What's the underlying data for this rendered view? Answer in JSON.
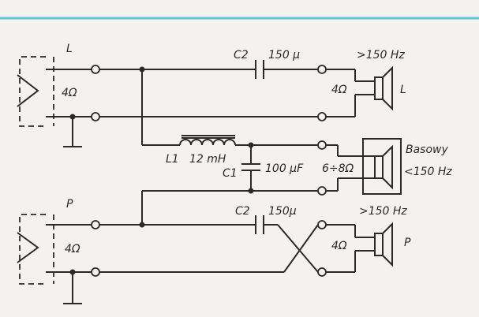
{
  "labels": {
    "ch_left": "L",
    "ch_right": "P",
    "imp_left": "4Ω",
    "imp_right": "4Ω",
    "c2_top": "C2",
    "c2_top_val": "150 μ",
    "c2_bot": "C2",
    "c2_bot_val": "150μ",
    "l1": "L1",
    "l1_val": "12 mH",
    "c1": "C1",
    "c1_val": "100 μF",
    "hf_top": ">150 Hz",
    "hf_bot": ">150 Hz",
    "spk_top_imp": "4Ω",
    "spk_bot_imp": "4Ω",
    "spk_top_name": "L",
    "spk_bot_name": "P",
    "bass_imp": "6÷8Ω",
    "bass_name": "Basowy",
    "bass_freq": "<150 Hz"
  },
  "colors": {
    "line": "#2a2a2a",
    "paper": "#f4f2ee",
    "top_rule": "#5fc3d9"
  }
}
